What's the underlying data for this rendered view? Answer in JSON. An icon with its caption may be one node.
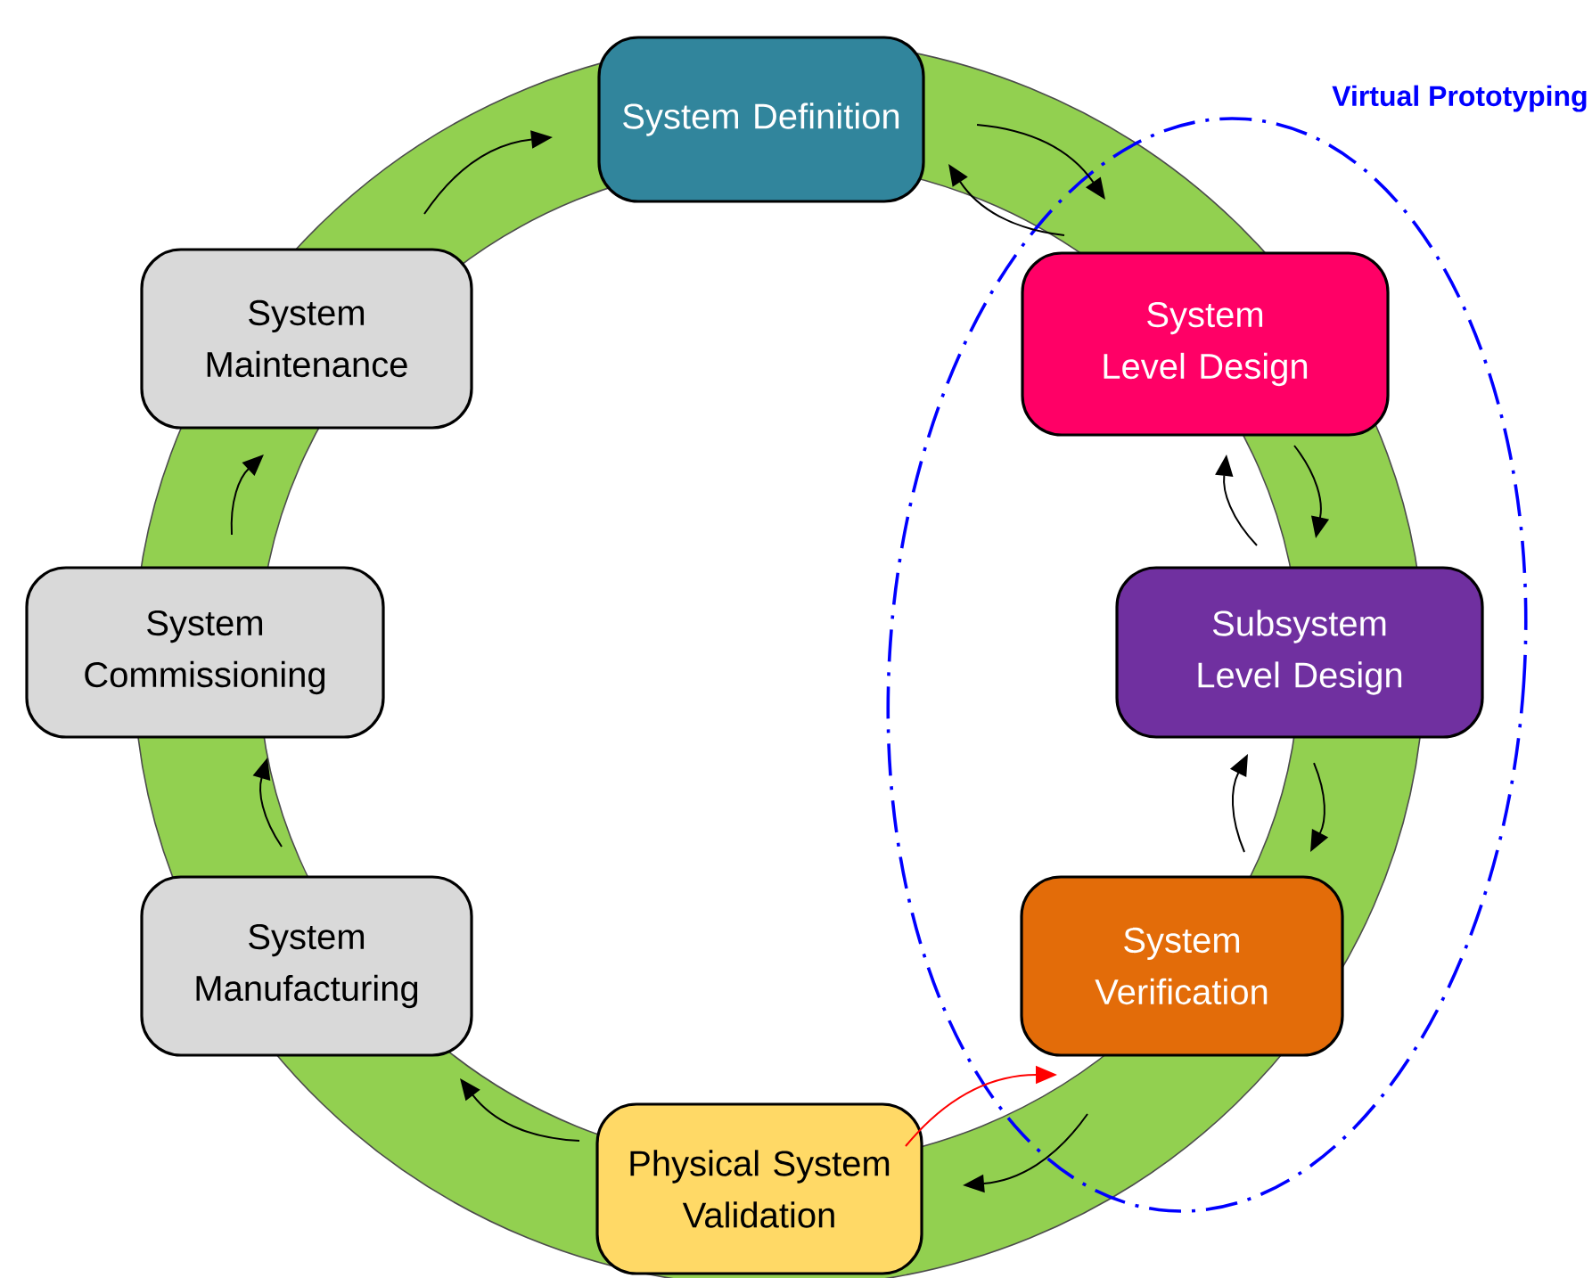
{
  "diagram": {
    "nodes": [
      {
        "text": [
          "System Definition"
        ]
      },
      {
        "text": [
          "System Level Design"
        ],
        "in": 8
      },
      {
        "text": [
          "Subsystem Level Design"
        ],
        "in": 8
      },
      {
        "text": [
          "System Verification"
        ],
        "in": 8
      },
      {
        "text": [
          "Physical System Validation"
        ]
      },
      {
        "text": [
          "System Manufacturing"
        ]
      },
      {
        "text": [
          "System Commissioning"
        ]
      },
      {
        "text": [
          "System Maintenance"
        ]
      },
      {
        "text": [
          "Virtual Prototyping"
        ]
      }
    ],
    "edges": [
      {
        "from": 0,
        "to": 1,
        "arrow": "to"
      },
      {
        "from": 1,
        "to": 0,
        "arrow": "to"
      },
      {
        "from": 1,
        "to": 2,
        "arrow": "to"
      },
      {
        "from": 2,
        "to": 1,
        "arrow": "to"
      },
      {
        "from": 2,
        "to": 3,
        "arrow": "to"
      },
      {
        "from": 3,
        "to": 2,
        "arrow": "to"
      },
      {
        "from": 3,
        "to": 4,
        "arrow": "to"
      },
      {
        "from": 4,
        "to": 3,
        "arrow": "to",
        "color": "#ff0000"
      },
      {
        "from": 4,
        "to": 5,
        "arrow": "to"
      },
      {
        "from": 5,
        "to": 6,
        "arrow": "to"
      },
      {
        "from": 6,
        "to": 7,
        "arrow": "to"
      },
      {
        "from": 7,
        "to": 0,
        "arrow": "to"
      }
    ]
  }
}
